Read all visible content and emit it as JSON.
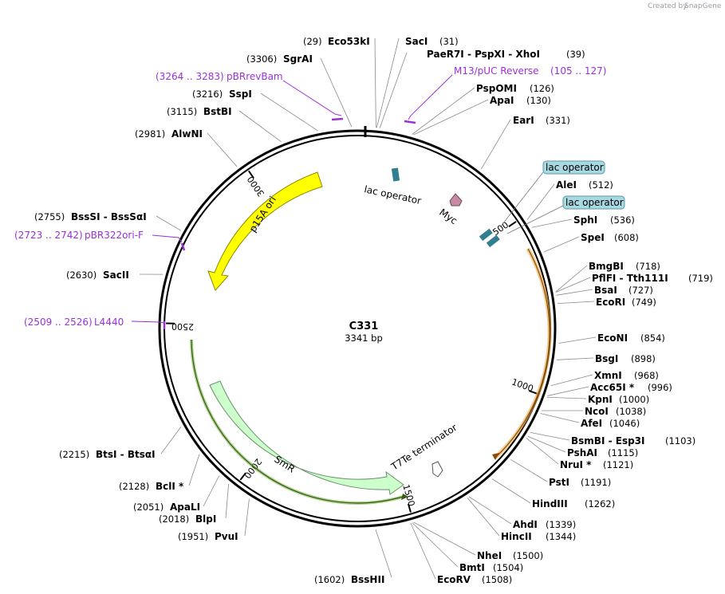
{
  "brand": {
    "text": "Created by",
    "name": "SnapGene"
  },
  "plasmid": {
    "name": "C331",
    "length_label": "3341 bp"
  },
  "ticks": [
    "500",
    "1000",
    "1500",
    "2000",
    "2500",
    "3000"
  ],
  "sites": [
    {
      "pos": "(29)",
      "name": "Eco53kI",
      "side": "left",
      "bp": 29
    },
    {
      "pos": "(31)",
      "name": "SacI",
      "side": "right",
      "bp": 31
    },
    {
      "pos": "(39)",
      "name": "PaeR7I  - PspXI  - XhoI",
      "side": "right",
      "bp": 39
    },
    {
      "pos": "(126)",
      "name": "PspOMI",
      "side": "right",
      "bp": 126
    },
    {
      "pos": "(130)",
      "name": "ApaI",
      "side": "right",
      "bp": 130
    },
    {
      "pos": "(331)",
      "name": "EarI",
      "side": "right",
      "bp": 331
    },
    {
      "pos": "(512)",
      "name": "AleI",
      "side": "right",
      "bp": 512
    },
    {
      "pos": "(536)",
      "name": "SphI",
      "side": "right",
      "bp": 536
    },
    {
      "pos": "(608)",
      "name": "SpeI",
      "side": "right",
      "bp": 608
    },
    {
      "pos": "(718)",
      "name": "BmgBI",
      "side": "right",
      "bp": 718
    },
    {
      "pos": "(719)",
      "name": "PflFI  - Tth111I",
      "side": "right",
      "bp": 719
    },
    {
      "pos": "(727)",
      "name": "BsaI",
      "side": "right",
      "bp": 727
    },
    {
      "pos": "(749)",
      "name": "EcoRI",
      "side": "right",
      "bp": 749
    },
    {
      "pos": "(854)",
      "name": "EcoNI",
      "side": "right",
      "bp": 854
    },
    {
      "pos": "(898)",
      "name": "BsgI",
      "side": "right",
      "bp": 898
    },
    {
      "pos": "(968)",
      "name": "XmnI",
      "side": "right",
      "bp": 968
    },
    {
      "pos": "(996)",
      "name": "Acc65I *",
      "side": "right",
      "bp": 996
    },
    {
      "pos": "(1000)",
      "name": "KpnI",
      "side": "right",
      "bp": 1000
    },
    {
      "pos": "(1038)",
      "name": "NcoI",
      "side": "right",
      "bp": 1038
    },
    {
      "pos": "(1046)",
      "name": "AfeI",
      "side": "right",
      "bp": 1046
    },
    {
      "pos": "(1103)",
      "name": "BsmBI  - Esp3I",
      "side": "right",
      "bp": 1103
    },
    {
      "pos": "(1115)",
      "name": "PshAI",
      "side": "right",
      "bp": 1115
    },
    {
      "pos": "(1121)",
      "name": "NruI *",
      "side": "right",
      "bp": 1121
    },
    {
      "pos": "(1191)",
      "name": "PstI",
      "side": "right",
      "bp": 1191
    },
    {
      "pos": "(1262)",
      "name": "HindIII",
      "side": "right",
      "bp": 1262
    },
    {
      "pos": "(1339)",
      "name": "AhdI",
      "side": "right",
      "bp": 1339
    },
    {
      "pos": "(1344)",
      "name": "HincII",
      "side": "right",
      "bp": 1344
    },
    {
      "pos": "(1500)",
      "name": "NheI",
      "side": "right",
      "bp": 1500
    },
    {
      "pos": "(1504)",
      "name": "BmtI",
      "side": "right",
      "bp": 1504
    },
    {
      "pos": "(1508)",
      "name": "EcoRV",
      "side": "right",
      "bp": 1508
    },
    {
      "pos": "(1602)",
      "name": "BssHII",
      "side": "left",
      "bp": 1602
    },
    {
      "pos": "(1951)",
      "name": "PvuI",
      "side": "left",
      "bp": 1951
    },
    {
      "pos": "(2018)",
      "name": "BlpI",
      "side": "left",
      "bp": 2018
    },
    {
      "pos": "(2051)",
      "name": "ApaLI",
      "side": "left",
      "bp": 2051
    },
    {
      "pos": "(2128)",
      "name": "BclI *",
      "side": "left",
      "bp": 2128
    },
    {
      "pos": "(2215)",
      "name": "BtsI  - BtsαI",
      "side": "left",
      "bp": 2215
    },
    {
      "pos": "(2630)",
      "name": "SacII",
      "side": "left",
      "bp": 2630
    },
    {
      "pos": "(2755)",
      "name": "BssSI  - BssSαI",
      "side": "left",
      "bp": 2755
    },
    {
      "pos": "(2981)",
      "name": "AlwNI",
      "side": "left",
      "bp": 2981
    },
    {
      "pos": "(3115)",
      "name": "BstBI",
      "side": "left",
      "bp": 3115
    },
    {
      "pos": "(3216)",
      "name": "SspI",
      "side": "left",
      "bp": 3216
    },
    {
      "pos": "(3306)",
      "name": "SgrAI",
      "side": "left",
      "bp": 3306
    }
  ],
  "primers": [
    {
      "name": "pBRrevBam",
      "range": "(3264 .. 3283)"
    },
    {
      "name": "M13/pUC Reverse",
      "range": "(105 .. 127)"
    },
    {
      "name": "pBR322ori-F",
      "range": "(2723 .. 2742)"
    },
    {
      "name": "L4440",
      "range": "(2509 .. 2526)"
    }
  ],
  "features": {
    "p15a": "p15A ori",
    "smr": "SmR",
    "lac_operator_inner": "lac operator",
    "myc": "Myc",
    "t7te": "T7Te terminator",
    "lac_operator_box1": "lac operator",
    "lac_operator_box2": "lac operator"
  },
  "colors": {
    "primer": "#9b30d9",
    "p15a_fill": "#ffff00",
    "smr_fill": "#ccffcc",
    "lac_operator": "#2f7f8f",
    "myc": "#c98aa6",
    "orange_arc": "#e8a33a",
    "green_arc": "#6aa82e",
    "lac_box": "#a8d8e0"
  }
}
